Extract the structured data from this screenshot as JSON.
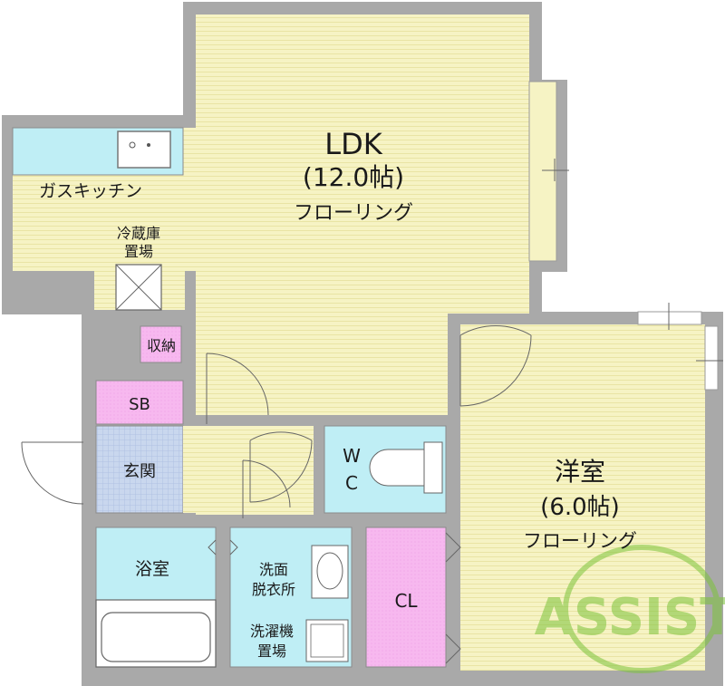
{
  "rooms": {
    "ldk": {
      "name": "LDK",
      "size": "(12.0帖)",
      "floor": "フローリング"
    },
    "western": {
      "name": "洋室",
      "size": "(6.0帖)",
      "floor": "フローリング"
    },
    "kitchen": {
      "name": "ガスキッチン"
    },
    "fridge": {
      "line1": "冷蔵庫",
      "line2": "置場"
    },
    "storage": {
      "name": "収納"
    },
    "shoebox": {
      "name": "SB"
    },
    "entrance": {
      "name": "玄関"
    },
    "wc": {
      "line1": "W",
      "line2": "C"
    },
    "bath": {
      "name": "浴室"
    },
    "washroom": {
      "line1": "洗面",
      "line2": "脱衣所"
    },
    "laundry": {
      "line1": "洗濯機",
      "line2": "置場"
    },
    "closet": {
      "name": "CL"
    }
  },
  "watermark": {
    "text": "ASSIST",
    "color": "#7cc33a"
  },
  "colors": {
    "wall": "#a9a9a9",
    "floor": "#f6f3c4",
    "floor_line": "#e8e39a",
    "water": "#bfeef5",
    "storage": "#f6b7ef",
    "entrance_tile": "#c9d7ee"
  }
}
